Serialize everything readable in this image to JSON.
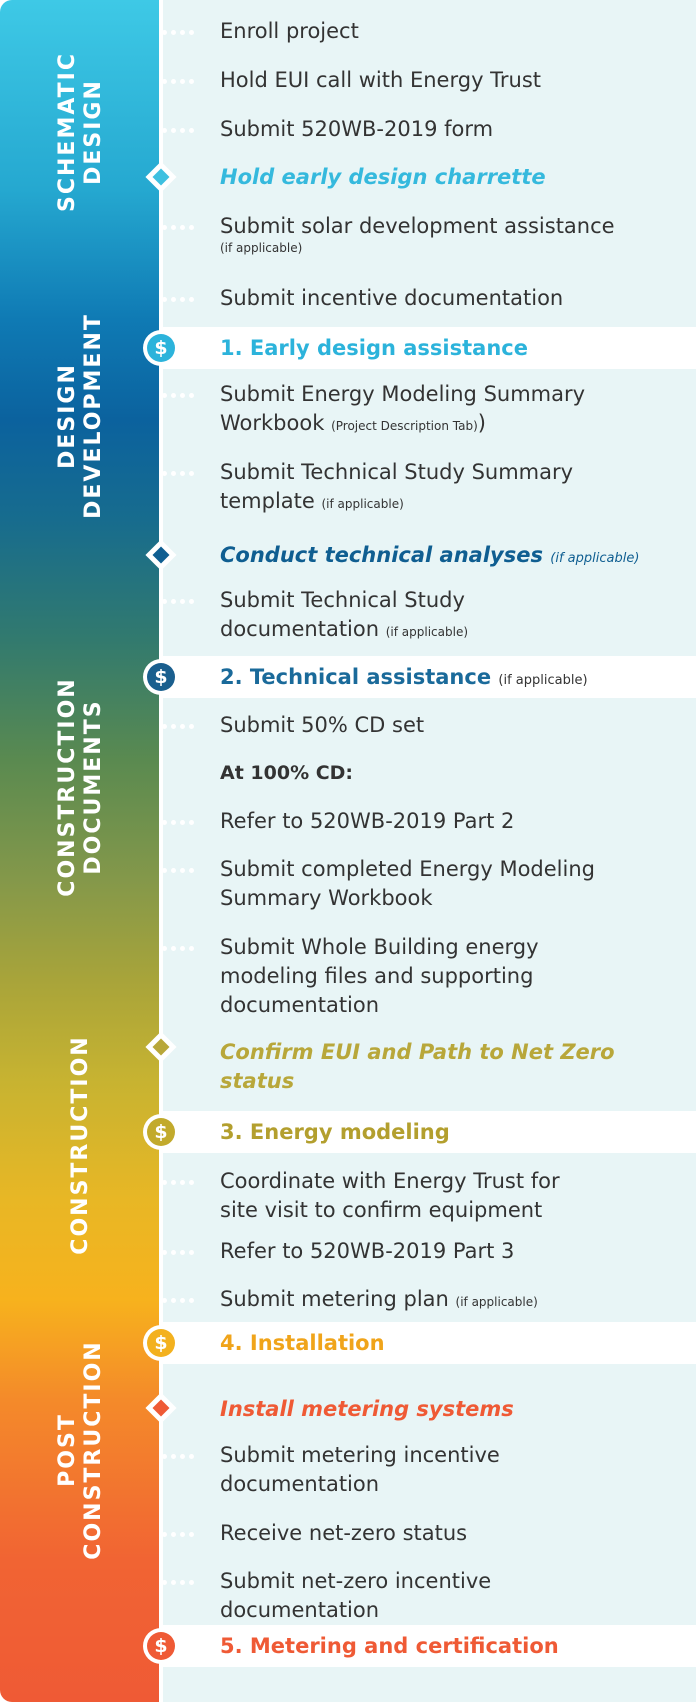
{
  "stages": [
    {
      "line1": "SCHEMATIC",
      "line2": "DESIGN"
    },
    {
      "line1": "DESIGN",
      "line2": "DEVELOPMENT"
    },
    {
      "line1": "CONSTRUCTION",
      "line2": "DOCUMENTS"
    },
    {
      "line1": "CONSTRUCTION",
      "line2": ""
    },
    {
      "line1": "POST",
      "line2": "CONSTRUCTION"
    }
  ],
  "tasks": {
    "enroll": "Enroll project",
    "eui_call": "Hold EUI call with Energy Trust",
    "form_520": "Submit 520WB-2019 form",
    "charrette": "Hold early design charrette",
    "solar": "Submit solar development assistance",
    "solar_note": "(if applicable)",
    "incentive_doc": "Submit incentive documentation",
    "modeling_summary": "Submit Energy Modeling Summary",
    "modeling_summary_2": "Workbook",
    "modeling_summary_note": "(Project Description Tab)",
    "modeling_summary_close": ")",
    "tech_summary": "Submit Technical Study Summary",
    "tech_summary_2": "template",
    "tech_summary_note": "(if applicable)",
    "technical_analyses": "Conduct technical analyses",
    "technical_analyses_note": "(if applicable)",
    "tech_doc": "Submit Technical Study",
    "tech_doc_2": "documentation",
    "tech_doc_note": "(if applicable)",
    "cd_50": "Submit 50% CD set",
    "cd_100_head": "At 100% CD:",
    "part2": "Refer to 520WB-2019 Part 2",
    "completed_workbook": "Submit completed Energy Modeling",
    "completed_workbook_2": "Summary Workbook",
    "wb_files": "Submit Whole Building energy",
    "wb_files_2": "modeling files and supporting",
    "wb_files_3": "documentation",
    "confirm_eui": "Confirm EUI and Path to Net Zero",
    "confirm_eui_2": "status",
    "coordinate": "Coordinate with Energy Trust for",
    "coordinate_2": "site visit to confirm equipment",
    "part3": "Refer to 520WB-2019 Part 3",
    "metering_plan": "Submit metering plan",
    "metering_plan_note": "(if applicable)",
    "install_metering": "Install metering systems",
    "metering_incentive": "Submit metering incentive",
    "metering_incentive_2": "documentation",
    "net_zero_status": "Receive net-zero status",
    "net_zero_incentive": "Submit net-zero incentive",
    "net_zero_incentive_2": "documentation"
  },
  "milestones": {
    "m1": "1. Early design assistance",
    "m2": "2. Technical assistance",
    "m2_note": "(if applicable)",
    "m3": "3. Energy modeling",
    "m4": "4. Installation",
    "m5": "5. Metering and certification",
    "coin_symbol": "$"
  },
  "colors": {
    "schematic": "#3ec0e0",
    "design_dev": "#0b629e",
    "construction_docs": "#b8a73a",
    "construction": "#f3b11e",
    "post_construction": "#ef5a35",
    "text": "#333333"
  }
}
